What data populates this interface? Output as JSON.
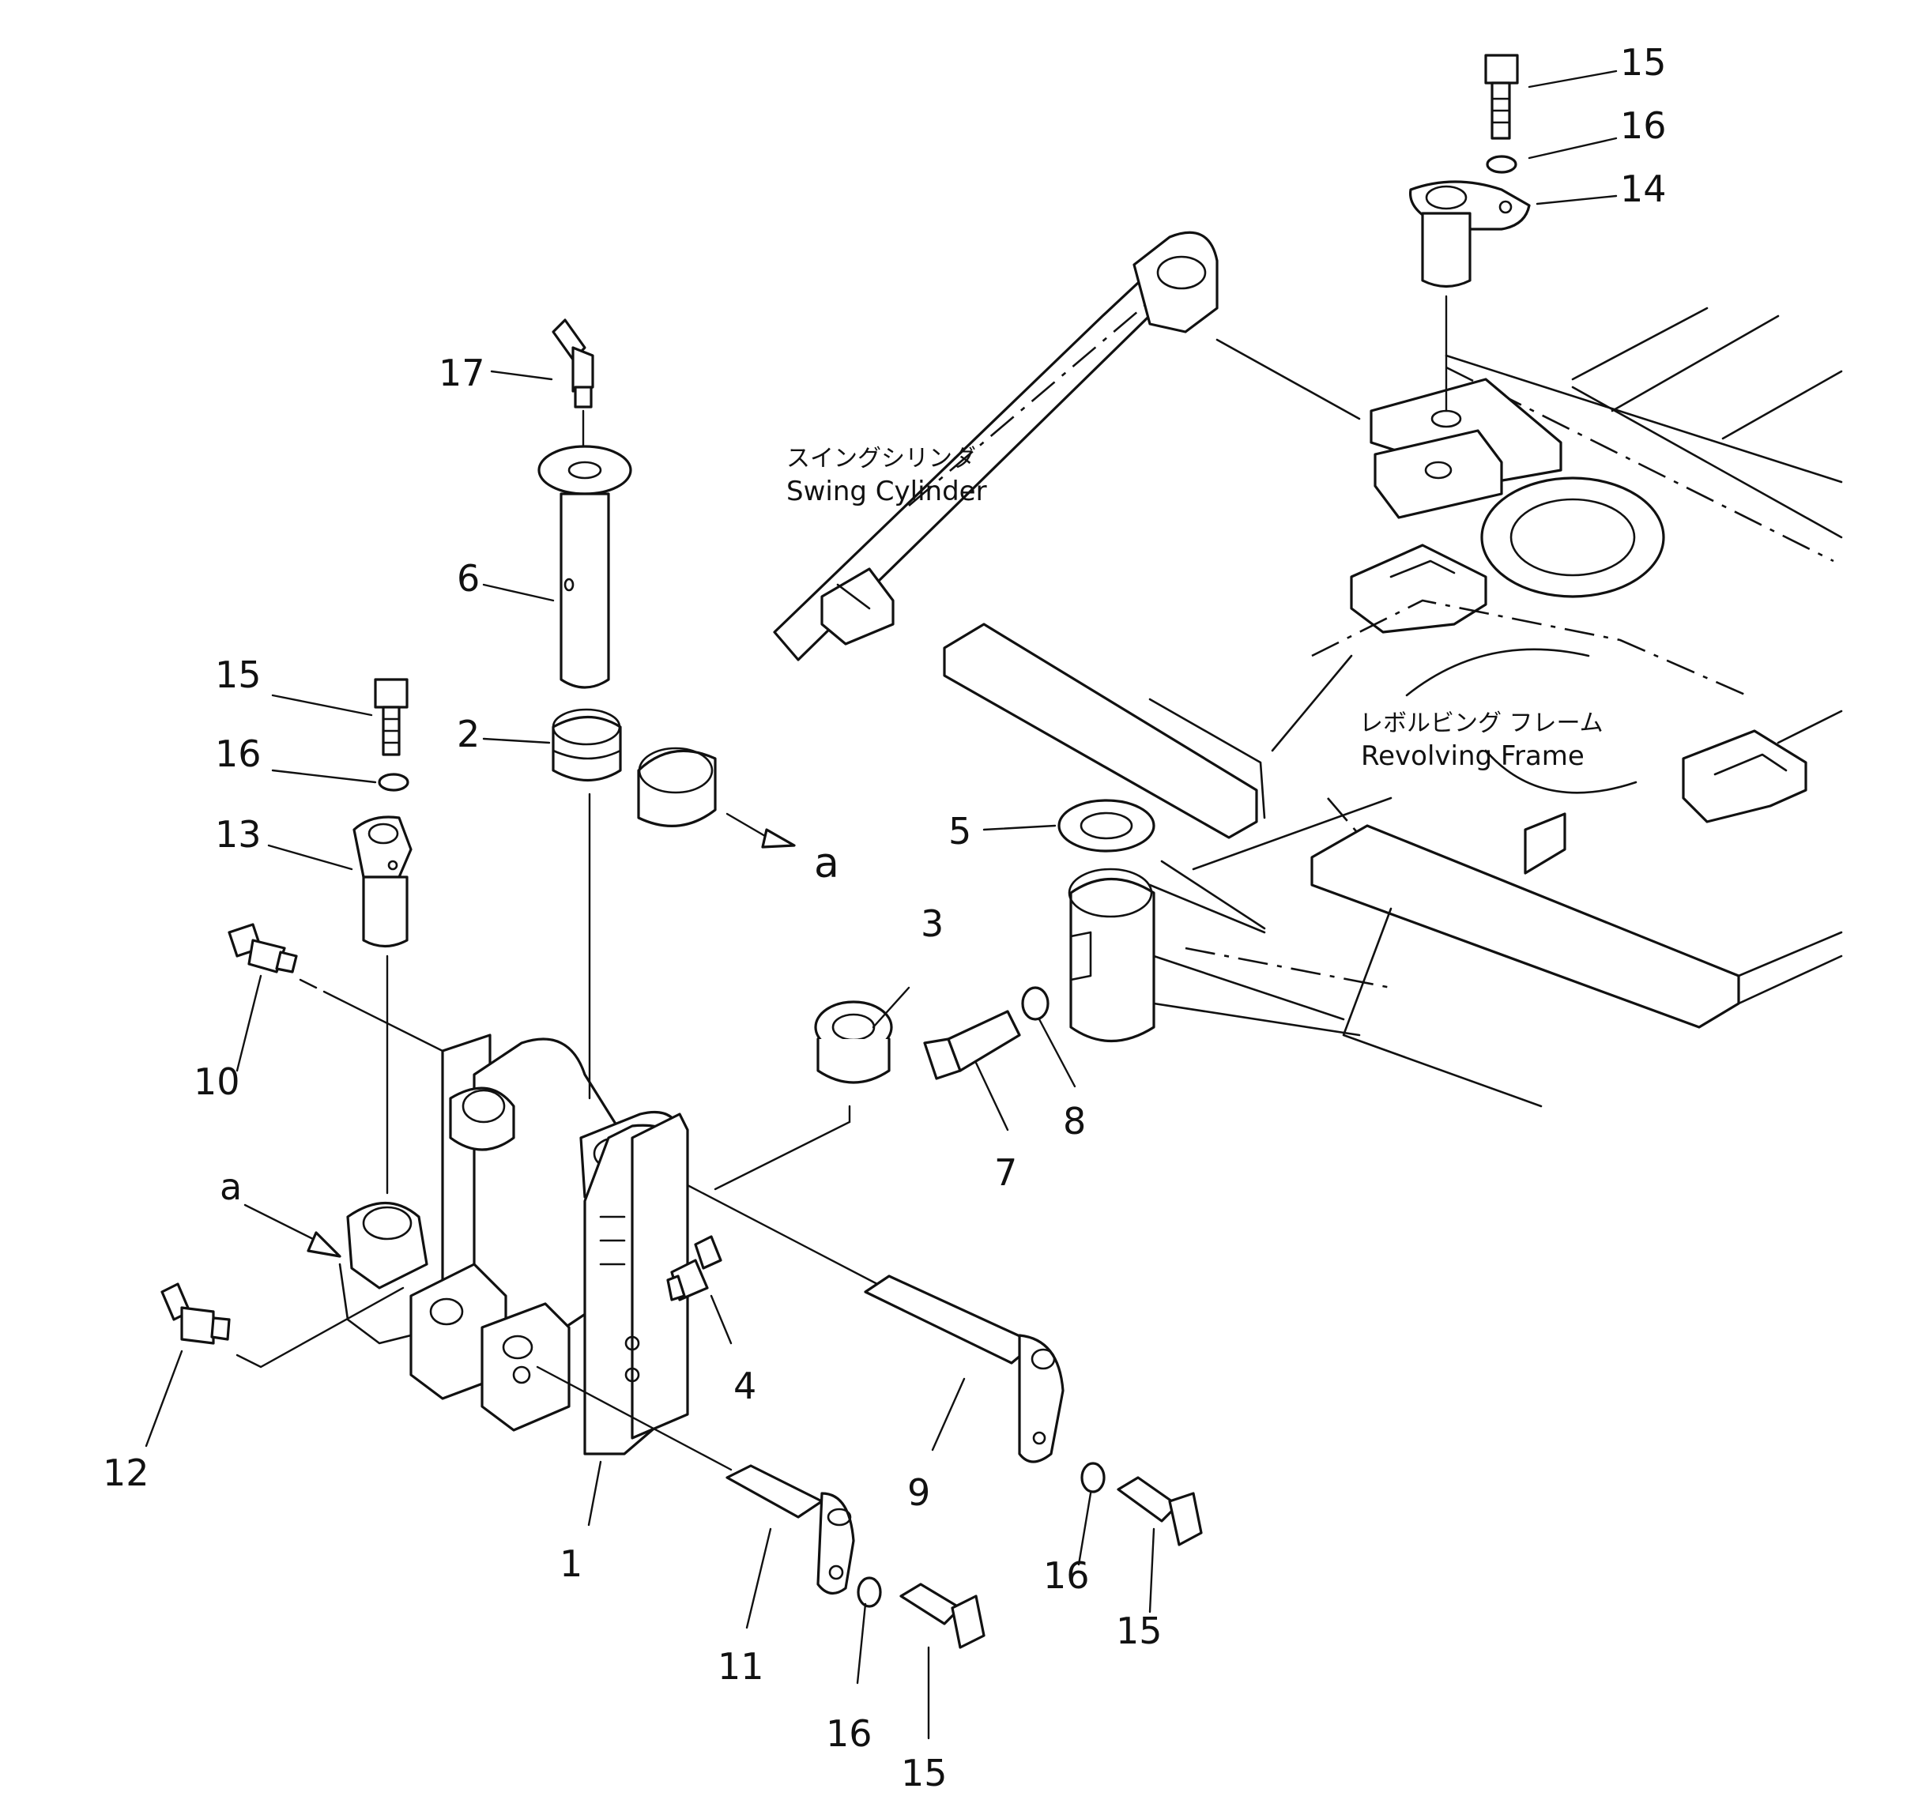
{
  "callouts": {
    "n1": "1",
    "n2": "2",
    "n3": "3",
    "n4": "4",
    "n5": "5",
    "n6": "6",
    "n7": "7",
    "n8": "8",
    "n9": "9",
    "n10": "10",
    "n11": "11",
    "n12": "12",
    "n13": "13",
    "n14": "14",
    "n15a": "15",
    "n15b": "15",
    "n15c": "15",
    "n15d": "15",
    "n16a": "16",
    "n16b": "16",
    "n16c": "16",
    "n16d": "16",
    "n17": "17",
    "a_top": "a",
    "a_left": "a"
  },
  "labels": {
    "swing_cylinder_jp": "スイングシリンダ",
    "swing_cylinder_en": "Swing  Cylinder",
    "revolving_frame_jp": "レボルビング フレーム",
    "revolving_frame_en": "Revolving  Frame"
  }
}
